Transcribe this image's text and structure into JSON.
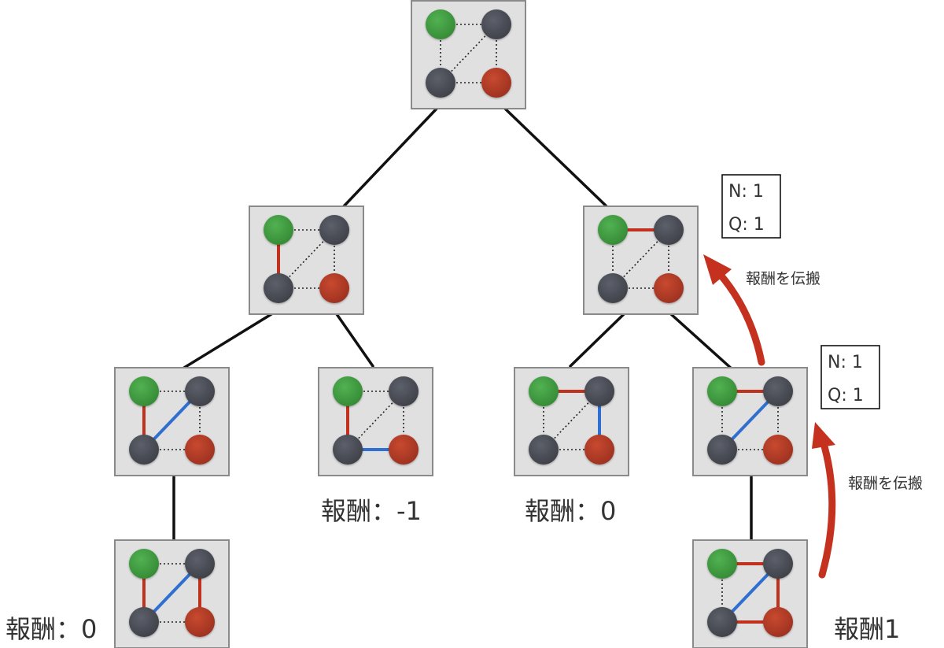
{
  "colors": {
    "node_fill": "#e0e0e0",
    "node_border": "#8a8a8a",
    "green": "#3e9a3e",
    "dark": "#4a4d56",
    "red_node": "#b23a25",
    "red_edge": "#c0321e",
    "blue_edge": "#2f6fd0",
    "arrow": "#c4321f"
  },
  "nodes": [
    {
      "id": "root",
      "edges": {
        "top": "dot",
        "left": "dot",
        "diag": "dot",
        "right": "dot",
        "bottom": "dot"
      }
    },
    {
      "id": "l1-left",
      "edges": {
        "top": "dot",
        "left": "red",
        "diag": "dot",
        "right": "dot",
        "bottom": "dot"
      }
    },
    {
      "id": "l1-right",
      "edges": {
        "top": "red",
        "left": "dot",
        "diag": "dot",
        "right": "dot",
        "bottom": "dot"
      }
    },
    {
      "id": "l2-a",
      "edges": {
        "top": "dot",
        "left": "red",
        "diag": "blue",
        "right": "dot",
        "bottom": "dot"
      }
    },
    {
      "id": "l2-b",
      "edges": {
        "top": "dot",
        "left": "red",
        "diag": "dot",
        "right": "dot",
        "bottom": "blue"
      }
    },
    {
      "id": "l2-c",
      "edges": {
        "top": "red",
        "left": "dot",
        "diag": "dot",
        "right": "blue",
        "bottom": "dot"
      }
    },
    {
      "id": "l2-d",
      "edges": {
        "top": "red",
        "left": "dot",
        "diag": "blue",
        "right": "dot",
        "bottom": "dot"
      }
    },
    {
      "id": "l3-left",
      "edges": {
        "top": "dot",
        "left": "red",
        "diag": "blue",
        "right": "red",
        "bottom": "dot"
      }
    },
    {
      "id": "l3-right",
      "edges": {
        "top": "red",
        "left": "dot",
        "diag": "blue",
        "right": "red",
        "bottom": "red"
      }
    }
  ],
  "stats_l1_right": {
    "n": "N: 1",
    "q": "Q: 1"
  },
  "stats_l2_d": {
    "n": "N: 1",
    "q": "Q: 1"
  },
  "labels": {
    "propagate_upper": "報酬を伝搬",
    "propagate_lower": "報酬を伝搬",
    "reward_l2_b": "報酬：-1",
    "reward_l2_c": "報酬：0",
    "reward_l3_left": "報酬：0",
    "reward_l3_right": "報酬1"
  }
}
